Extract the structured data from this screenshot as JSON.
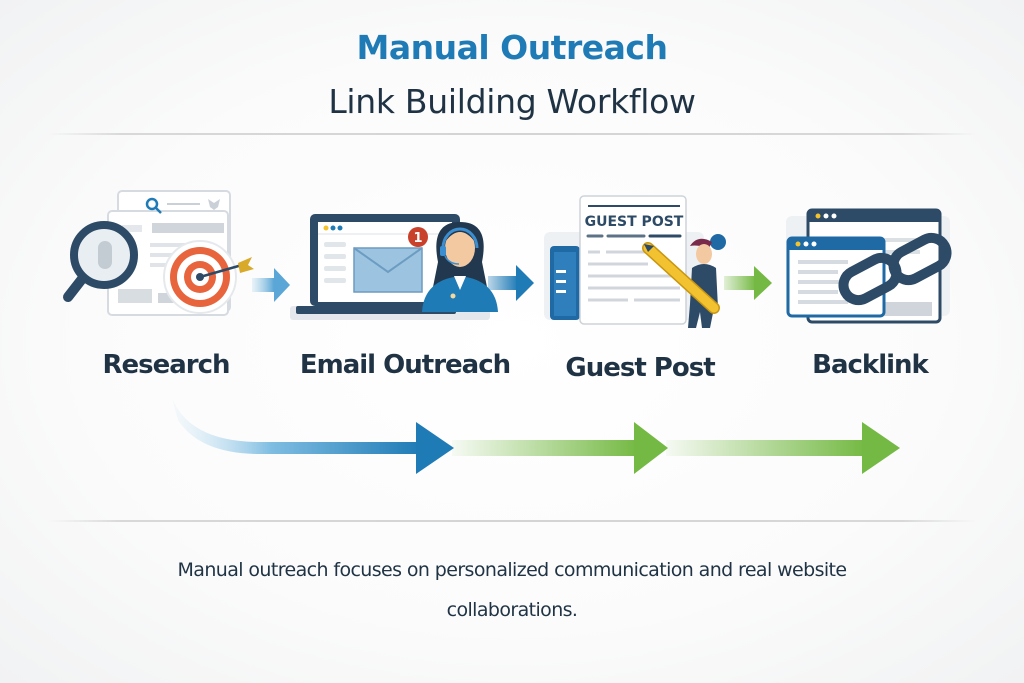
{
  "colors": {
    "accent": "#1f7bb6",
    "dark": "#1f3345",
    "navy": "#2d4a66",
    "green": "#74b943",
    "target_red": "#e8643c",
    "badge_red": "#c9412b",
    "pencil_yellow": "#f2c230"
  },
  "header": {
    "title_line1": "Manual Outreach",
    "title_line2": "Link Building Workflow"
  },
  "workflow": {
    "steps": [
      {
        "label": "Research",
        "icon": "research-magnifier-target-icon"
      },
      {
        "label": "Email Outreach",
        "icon": "laptop-email-agent-icon"
      },
      {
        "label": "Guest Post",
        "icon": "guest-post-document-icon"
      },
      {
        "label": "Backlink",
        "icon": "browser-chain-link-icon"
      }
    ],
    "email_badge_count": "1",
    "guest_post_heading": "GUEST POST"
  },
  "caption": "Manual outreach focuses on personalized communication and real website collaborations."
}
